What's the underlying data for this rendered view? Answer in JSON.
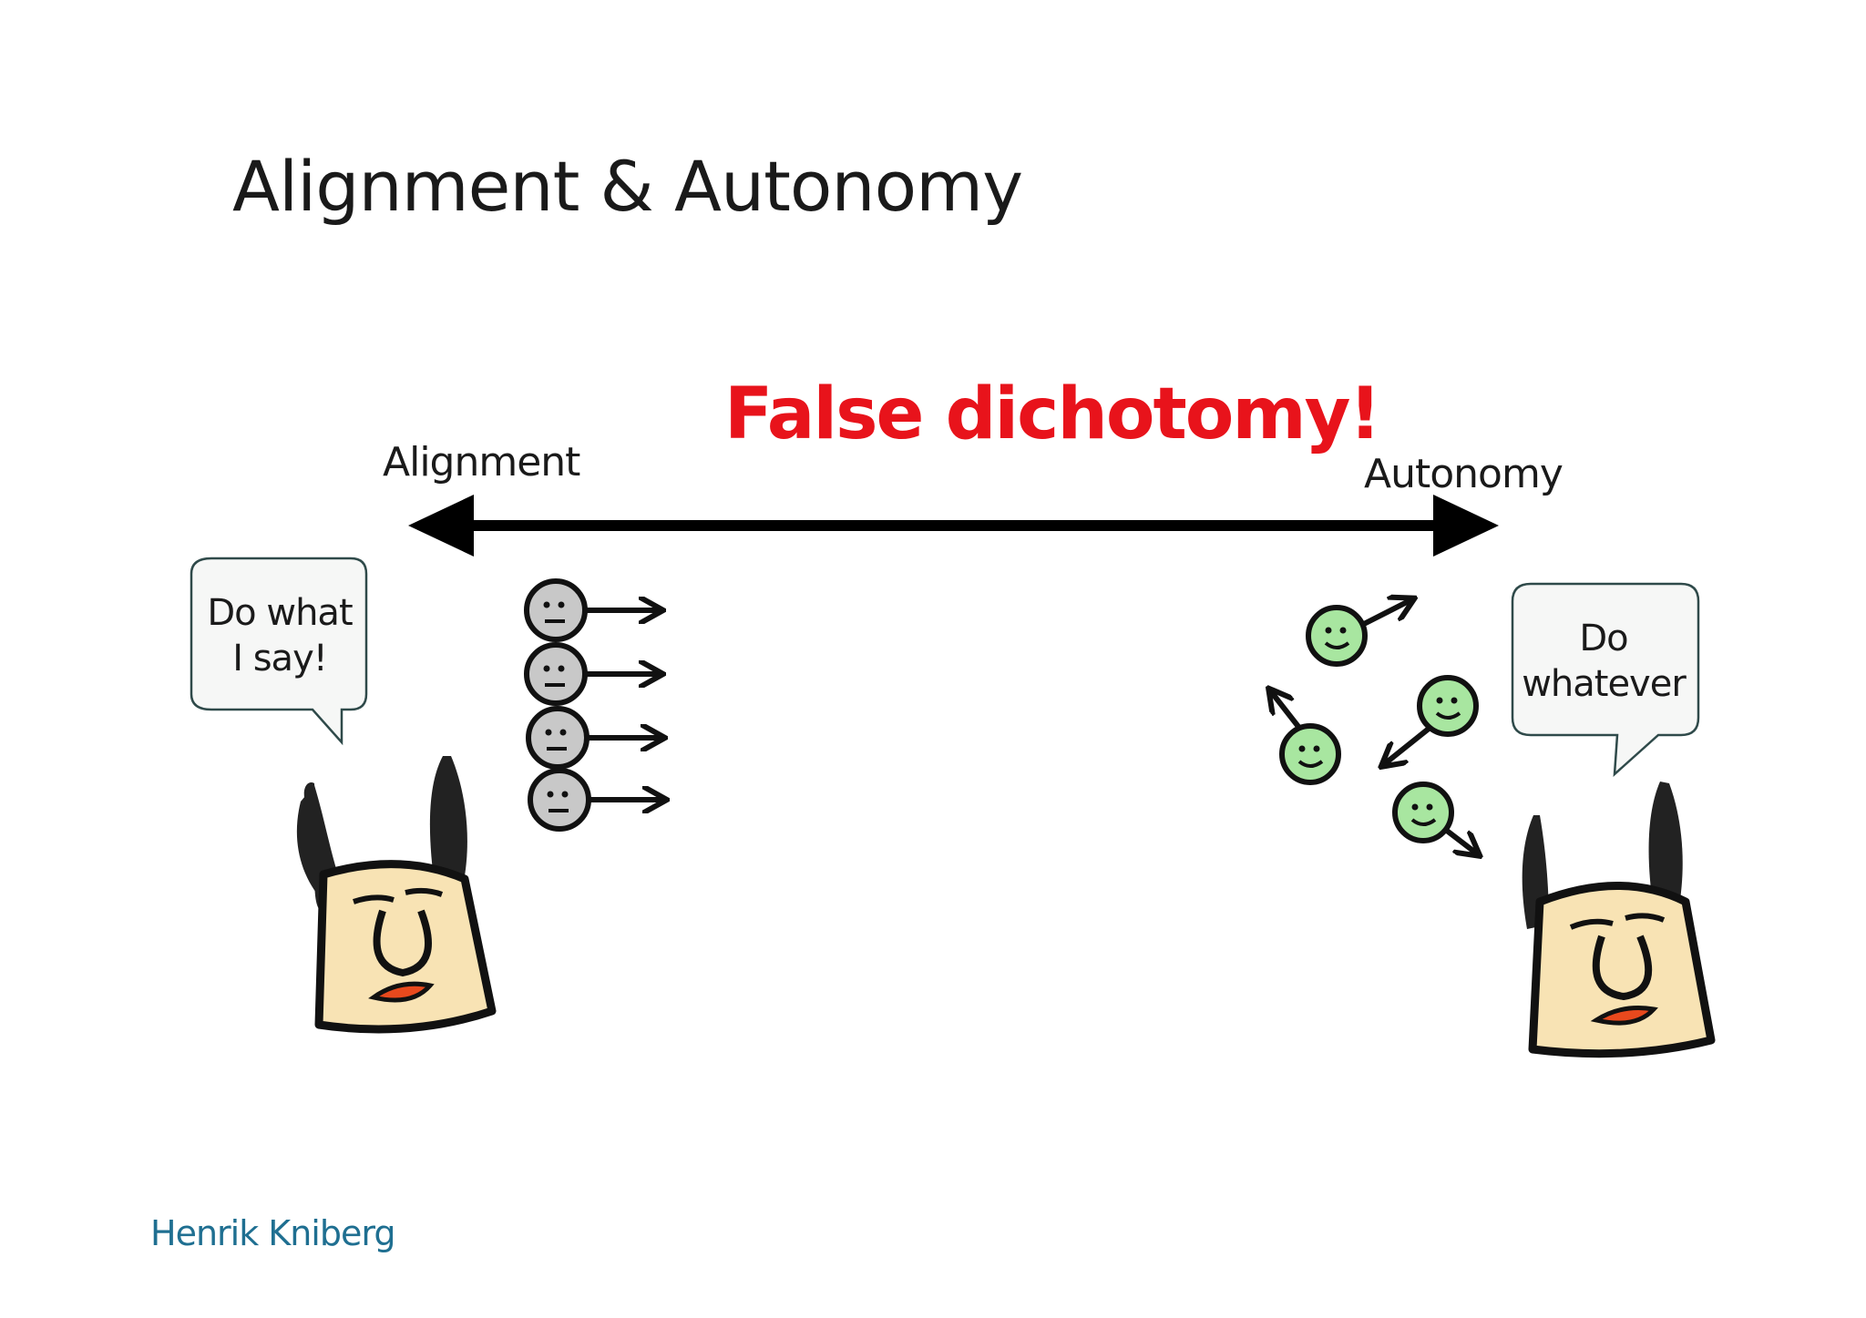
{
  "slide": {
    "title": "Alignment & Autonomy",
    "headline": "False dichotomy!",
    "author": "Henrik Kniberg"
  },
  "axis": {
    "left_label": "Alignment",
    "right_label": "Autonomy"
  },
  "bubbles": {
    "left": {
      "lines": [
        "Do what",
        "I say!"
      ]
    },
    "right": {
      "lines": [
        "Do",
        "whatever"
      ]
    }
  },
  "colors": {
    "title": "#1a1a1a",
    "headline": "#e8131b",
    "author": "#1f6f91",
    "face_skin": "#f8e3b4",
    "hair": "#222222",
    "mouth": "#e8491d",
    "aligned_face": "#c8c8c8",
    "autonomous_face": "#a8e6a0"
  }
}
